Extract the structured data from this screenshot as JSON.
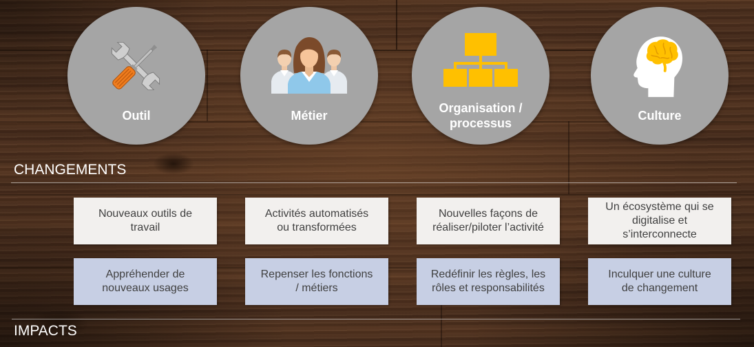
{
  "slide": {
    "circles": [
      {
        "label": "Outil",
        "icon": "tools-icon"
      },
      {
        "label": "Métier",
        "icon": "people-icon"
      },
      {
        "label": "Organisation / processus",
        "icon": "org-chart-icon"
      },
      {
        "label": "Culture",
        "icon": "brain-head-icon"
      }
    ],
    "changements": {
      "heading": "CHANGEMENTS",
      "boxes": [
        {
          "lines": [
            "Nouveaux outils de",
            "travail"
          ]
        },
        {
          "lines": [
            "Activités automatisés",
            "ou transformées"
          ]
        },
        {
          "lines": [
            "Nouvelles façons de",
            "réaliser/piloter l’activité"
          ]
        },
        {
          "lines": [
            "Un écosystème qui se",
            "digitalise et",
            "s’interconnecte"
          ]
        }
      ]
    },
    "impacts": {
      "heading": "IMPACTS",
      "boxes": [
        {
          "lines": [
            "Appréhender de",
            "nouveaux usages"
          ]
        },
        {
          "lines": [
            "Repenser les fonctions",
            "/ métiers"
          ]
        },
        {
          "lines": [
            "Redéfinir les règles, les",
            "rôles et responsabilités"
          ]
        },
        {
          "lines": [
            "Inculquer une culture",
            "de changement"
          ]
        }
      ]
    }
  },
  "colors": {
    "wood": "#4b2e1d",
    "circle_fill": "#a5a5a5",
    "heading_text": "#ffffff",
    "changement_box": "#f2f0ee",
    "impact_box": "#c7cfe4",
    "box_text": "#404040",
    "accent_yellow": "#ffc000",
    "accent_orange": "#f07d1e"
  }
}
